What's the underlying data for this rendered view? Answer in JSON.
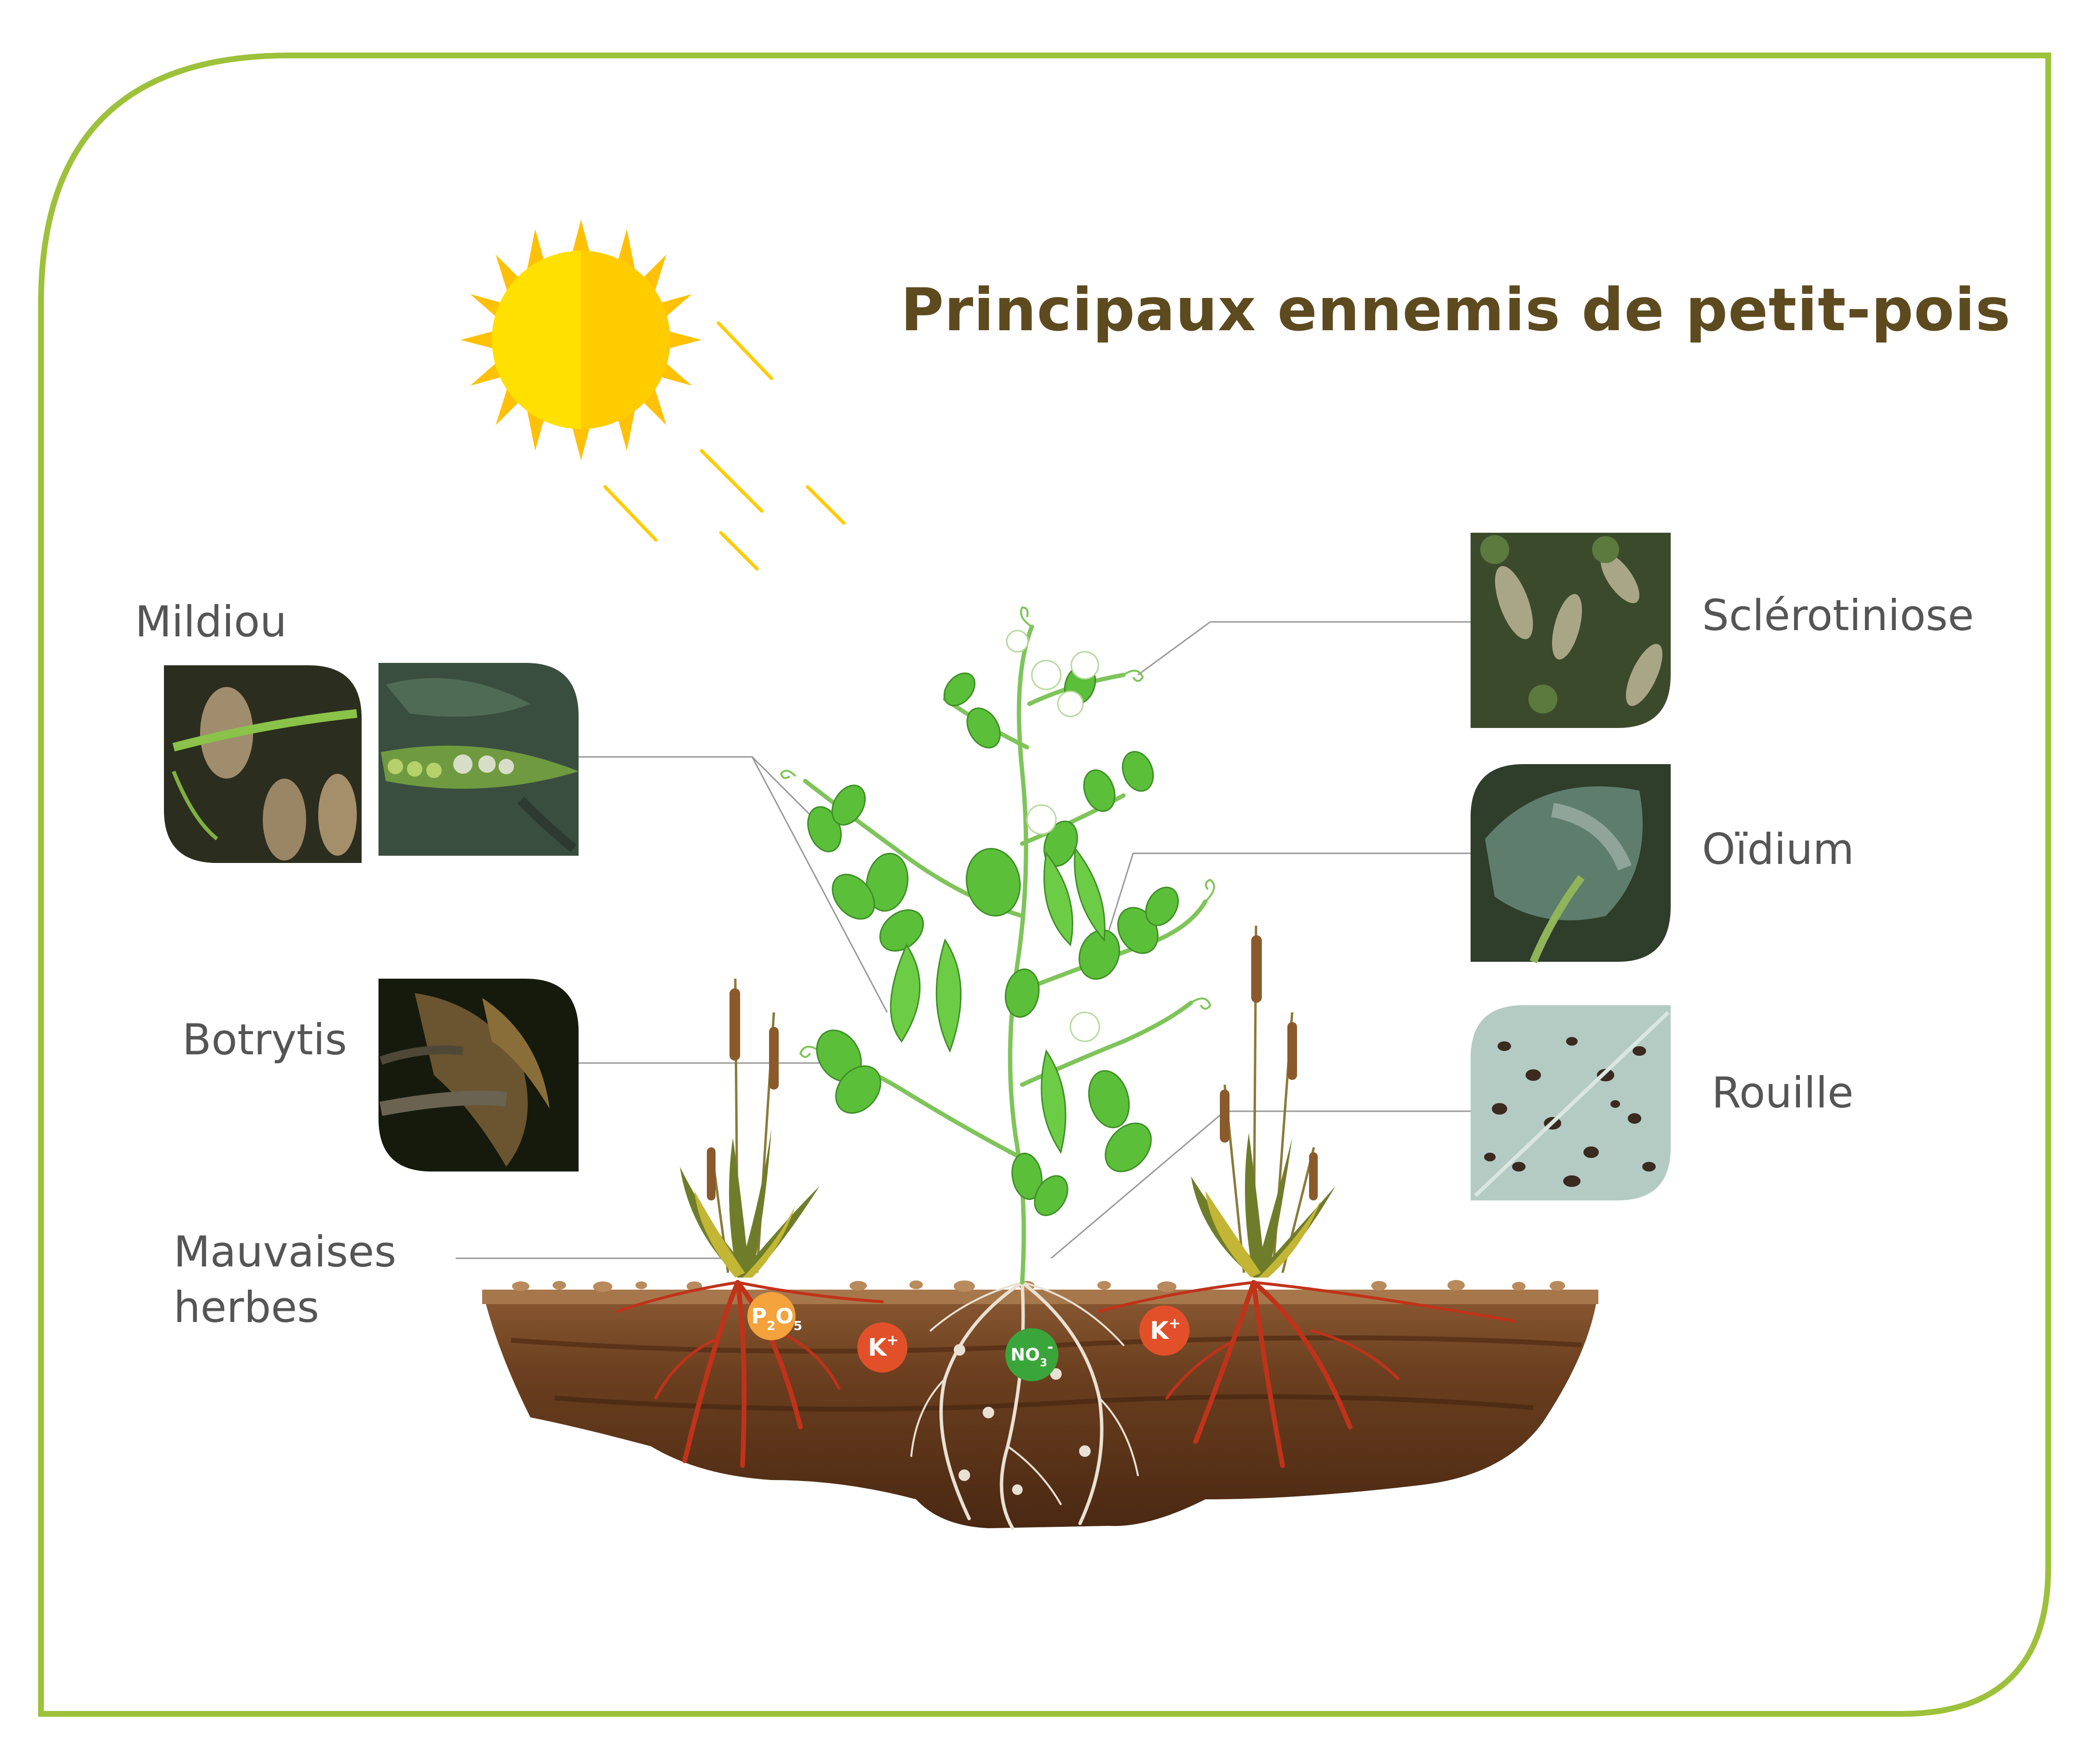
{
  "title": "Principaux ennemis de petit-pois",
  "labels": {
    "mildiou": "Mildiou",
    "botrytis": "Botrytis",
    "mauvaises_1": "Mauvaises",
    "mauvaises_2": "herbes",
    "sclerotiniose": "Sclérotiniose",
    "oidium": "Oïdium",
    "rouille": "Rouille"
  },
  "nutrients": {
    "p2o5": {
      "main": "P",
      "sub1": "2",
      "mid": "O",
      "sub2": "5"
    },
    "k1": {
      "main": "K",
      "sup": "+"
    },
    "k2": {
      "main": "K",
      "sup": "+"
    },
    "no3": {
      "main": "NO",
      "sub": "3",
      "sup": "-"
    }
  },
  "colors": {
    "frame": "#9dc13a",
    "title": "#5e4a1f",
    "label": "#555555",
    "sun": "#ffd200",
    "soil": "#6b3f1f",
    "leaf": "#5bbf3a",
    "root": "#c0321a",
    "p2o5": "#f3a23c",
    "potassium": "#e2502a",
    "nitrate": "#3aa53a"
  }
}
